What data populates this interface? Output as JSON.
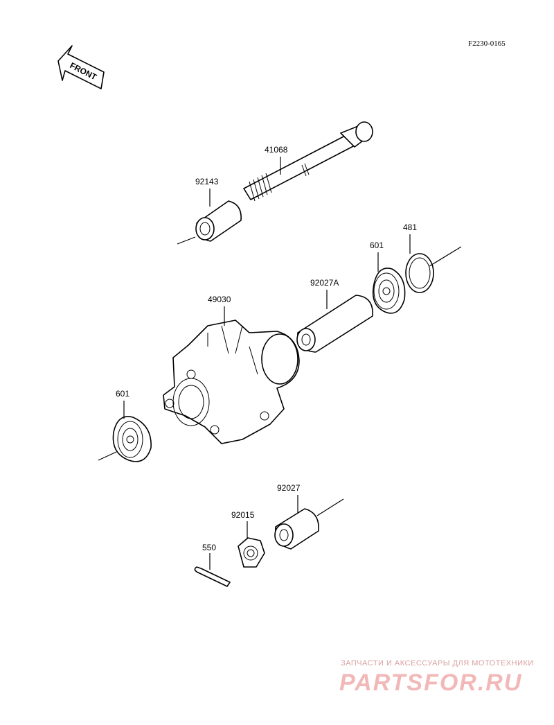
{
  "diagram_code": "F2230-0165",
  "front_label": "FRONT",
  "parts": {
    "p41068": "41068",
    "p92143": "92143",
    "p481": "481",
    "p601_right": "601",
    "p92027A": "92027A",
    "p49030": "49030",
    "p601_left": "601",
    "p92027": "92027",
    "p92015": "92015",
    "p550": "550"
  },
  "watermark": {
    "tagline": "ЗАПЧАСТИ И АКСЕССУАРЫ ДЛЯ МОТОТЕХНИКИ",
    "brand": "PARTSFOR.RU"
  },
  "colors": {
    "line": "#000000",
    "background": "#ffffff",
    "watermark": "#f2b8b8"
  }
}
